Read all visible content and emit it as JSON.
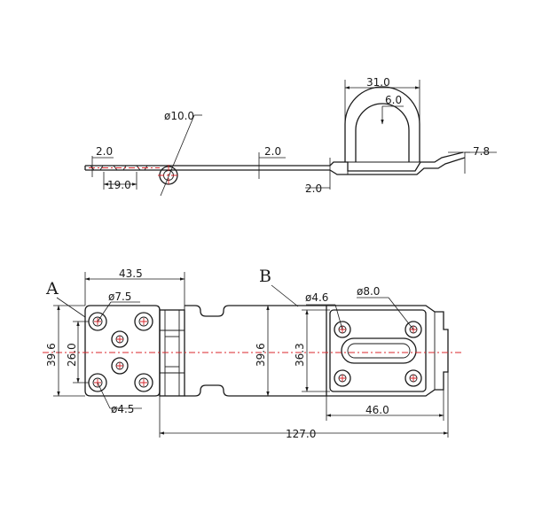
{
  "side_view": {
    "hole_dia": "ø10.0",
    "plate_thickness": "2.0",
    "hole_pitch": "19.0",
    "plate_thickness_mid": "2.0",
    "staple_width": "31.0",
    "staple_inner": "6.0",
    "tab_offset": "7.8",
    "staple_base_thickness": "2.0"
  },
  "top_view": {
    "label_a": "A",
    "label_b": "B",
    "leaf_a_width": "43.5",
    "hole_large": "ø7.5",
    "hole_small": "ø4.5",
    "height_outer": "39.6",
    "hole_spacing": "26.0",
    "height_middle": "39.6",
    "plate_b_height": "36.3",
    "slot_dia": "ø4.6",
    "hole_b": "ø8.0",
    "plate_b_width": "46.0",
    "overall_length": "127.0"
  },
  "colors": {
    "line": "#1a1a1a",
    "centerline": "#d8262b",
    "background": "#ffffff"
  }
}
